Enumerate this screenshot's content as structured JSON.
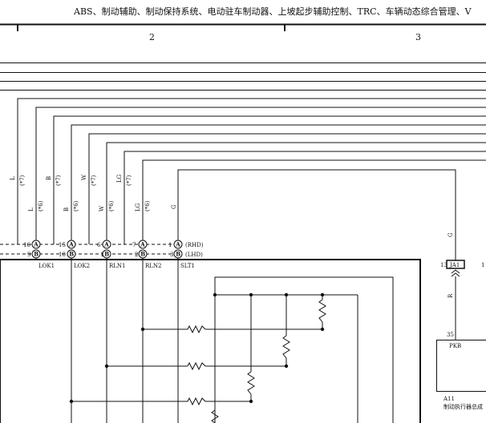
{
  "header": {
    "title": "ABS、制动辅助、制动保持系统、电动驻车制动器、上坡起步辅助控制、TRC、车辆动态综合管理、V",
    "column_2": "2",
    "column_3": "3"
  },
  "wires": [
    {
      "color": "L",
      "variant_a": "(*7)",
      "variant_b": "(*6)"
    },
    {
      "color": "B",
      "variant_a": "(*7)",
      "variant_b": "(*6)"
    },
    {
      "color": "W",
      "variant_a": "(*7)",
      "variant_b": "(*6)"
    },
    {
      "color": "LG",
      "variant_a": "(*7)",
      "variant_b": "(*6)"
    },
    {
      "color": "G"
    }
  ],
  "connector_rows": [
    {
      "cavity": "A",
      "pins": [
        "16",
        "15",
        "6",
        "7",
        "1"
      ],
      "suffix": "(RHD)"
    },
    {
      "cavity": "B",
      "pins": [
        "9",
        "10",
        "1",
        "2",
        "3"
      ],
      "suffix": "(LHD)"
    }
  ],
  "terminals": [
    "LOK1",
    "LOK2",
    "RLN1",
    "RLN2",
    "SLT1"
  ],
  "right_side": {
    "wire_color_top": "G",
    "junction_label": "JA1",
    "junction_pin_left": "13",
    "junction_pin_right": "1",
    "wire_color_bottom": "R",
    "pin_number": "35",
    "terminal": "PKB",
    "component_code": "A11",
    "component_name": "制动执行器总成"
  },
  "colors": {
    "line": "#111111",
    "background": "#ffffff"
  }
}
